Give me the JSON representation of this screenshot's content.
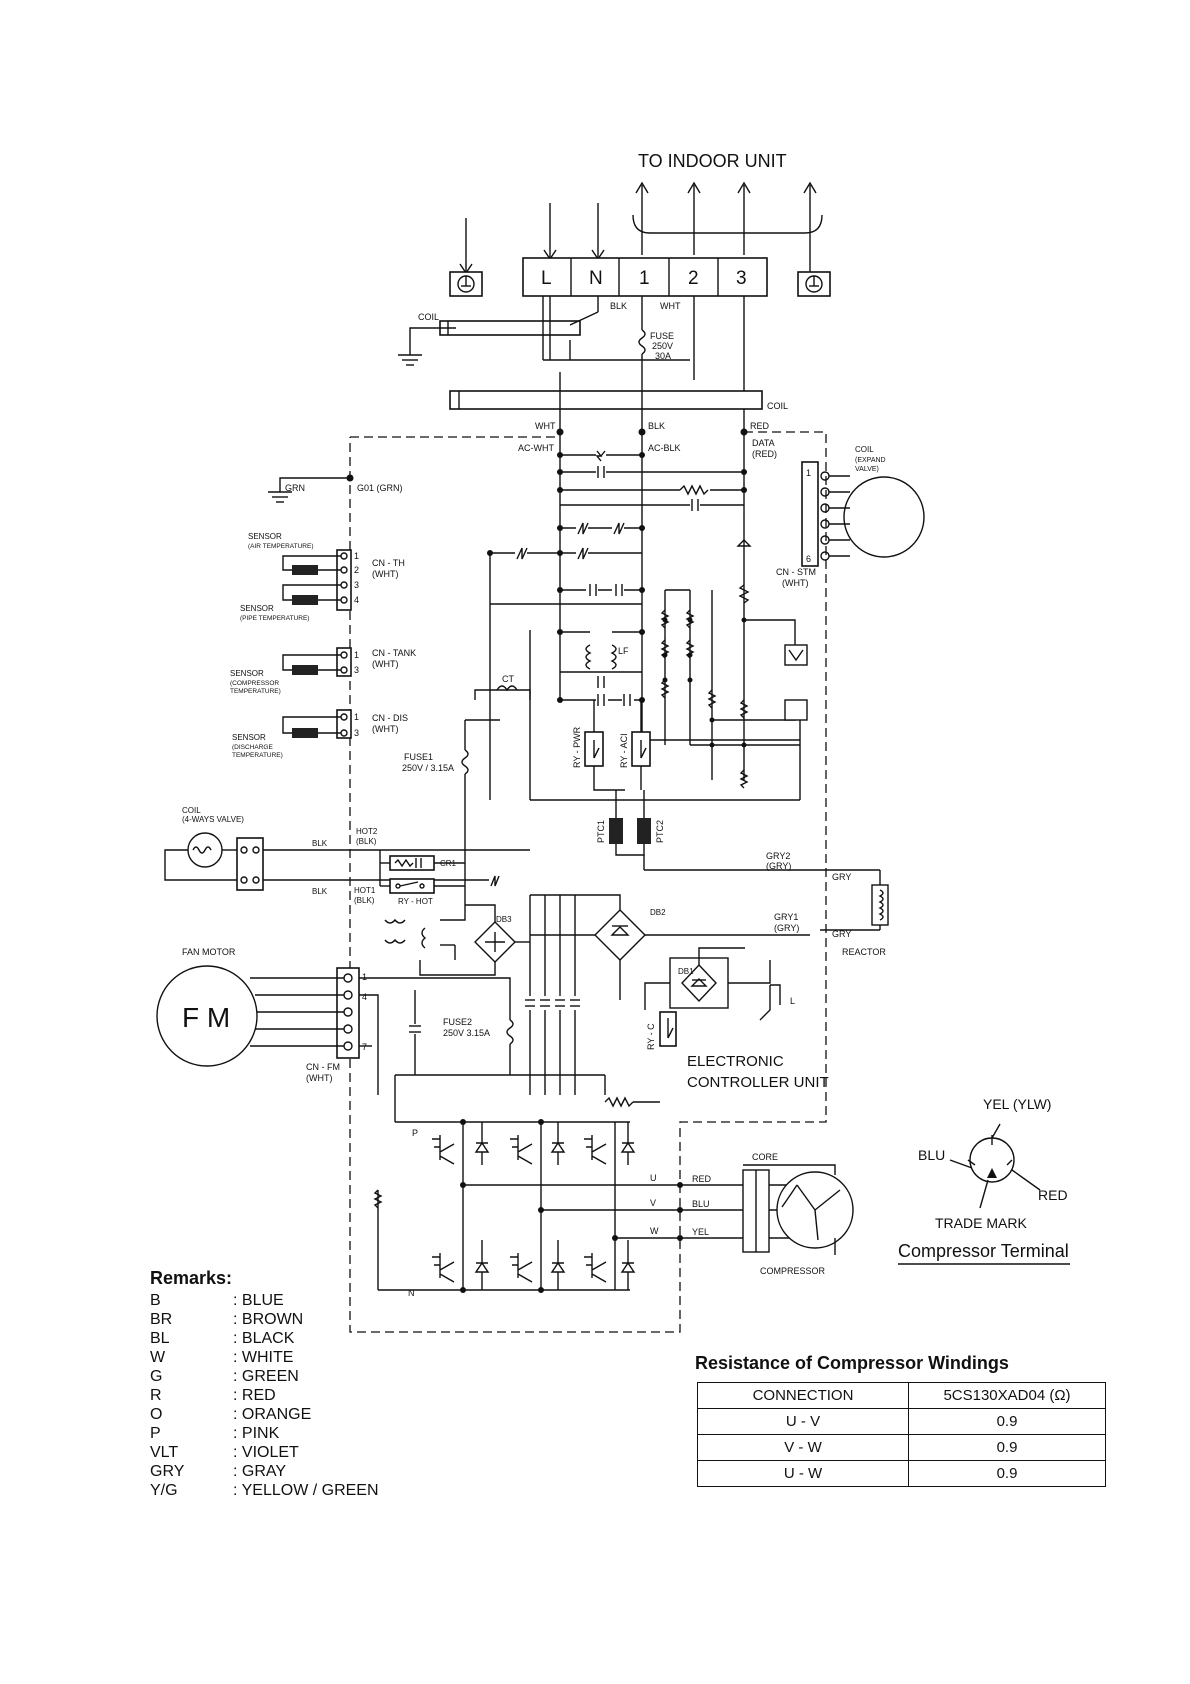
{
  "diagram": {
    "top": {
      "to_indoor_unit": "TO INDOOR UNIT",
      "terminals": [
        "L",
        "N",
        "1",
        "2",
        "3"
      ],
      "coil_label": "COIL",
      "fuse_label": "FUSE",
      "fuse_rating_v": "250V",
      "fuse_rating_a": "30A",
      "blk": "BLK",
      "wht": "WHT",
      "red": "RED",
      "ac_wht": "AC-WHT",
      "ac_blk": "AC-BLK",
      "data": "DATA",
      "data_red": "(RED)"
    },
    "left": {
      "grn": "GRN",
      "g01": "G01 (GRN)",
      "sensor": "SENSOR",
      "sensor_air": "(AIR TEMPERATURE)",
      "sensor_pipe": "(PIPE TEMPERATURE)",
      "sensor_comp": "(COMPRESSOR",
      "sensor_comp2": "TEMPERATURE)",
      "sensor_dis": "(DISCHARGE",
      "sensor_dis2": "TEMPERATURE)",
      "cn_th": "CN - TH",
      "cn_tank": "CN - TANK",
      "cn_dis": "CN - DIS",
      "wht_paren": "(WHT)",
      "coil_4way": "COIL",
      "coil_4way2": "(4-WAYS VALVE)",
      "blk": "BLK",
      "fan_motor": "FAN MOTOR",
      "fm": "F M",
      "cn_fm": "CN - FM",
      "pins_th": [
        "1",
        "2",
        "3",
        "4"
      ],
      "pins_13": [
        "1",
        "3"
      ],
      "pins_fm": [
        "1",
        "4",
        "7"
      ]
    },
    "right": {
      "coil_expand": "COIL",
      "coil_expand2": "(EXPAND",
      "coil_expand3": "VALVE)",
      "cn_stm": "CN - STM",
      "pins_stm": [
        "1",
        "6"
      ],
      "gry2": "GRY2",
      "gry_paren": "(GRY)",
      "gry1": "GRY1",
      "gry": "GRY",
      "reactor": "REACTOR"
    },
    "middle": {
      "ct": "CT",
      "lf": "LF",
      "ry_pwr": "RY - PWR",
      "ry_aci": "RY - ACI",
      "ptc1": "PTC1",
      "ptc2": "PTC2",
      "fuse1": "FUSE1",
      "fuse1_rating": "250V / 3.15A",
      "hot2": "HOT2",
      "hot1": "HOT1",
      "blk_paren": "(BLK)",
      "cr1": "CR1",
      "ry_hot": "RY - HOT",
      "db3": "DB3",
      "db2": "DB2",
      "db1": "DB1",
      "fuse2": "FUSE2",
      "fuse2_rating": "250V  3.15A",
      "ry_c": "RY - C",
      "l": "L",
      "electronic": "ELECTRONIC",
      "controller_unit": "CONTROLLER UNIT",
      "p": "P",
      "n": "N",
      "u": "U",
      "v": "V",
      "w": "W",
      "red": "RED",
      "blu": "BLU",
      "yel": "YEL",
      "core": "CORE",
      "compressor": "COMPRESSOR"
    },
    "compressor_terminal": {
      "yel": "YEL (YLW)",
      "blu": "BLU",
      "red": "RED",
      "trade_mark": "TRADE MARK",
      "title": "Compressor Terminal"
    }
  },
  "remarks": {
    "title": "Remarks:",
    "items": [
      {
        "code": "B",
        "meaning": ": BLUE"
      },
      {
        "code": "BR",
        "meaning": ": BROWN"
      },
      {
        "code": "BL",
        "meaning": ": BLACK"
      },
      {
        "code": "W",
        "meaning": ": WHITE"
      },
      {
        "code": "G",
        "meaning": ": GREEN"
      },
      {
        "code": "R",
        "meaning": ": RED"
      },
      {
        "code": "O",
        "meaning": ": ORANGE"
      },
      {
        "code": "P",
        "meaning": ": PINK"
      },
      {
        "code": "VLT",
        "meaning": ": VIOLET"
      },
      {
        "code": "GRY",
        "meaning": ": GRAY"
      },
      {
        "code": "Y/G",
        "meaning": ": YELLOW / GREEN"
      }
    ]
  },
  "resistance_table": {
    "title": "Resistance of Compressor Windings",
    "headers": [
      "CONNECTION",
      "5CS130XAD04 (Ω)"
    ],
    "rows": [
      [
        "U - V",
        "0.9"
      ],
      [
        "V - W",
        "0.9"
      ],
      [
        "U - W",
        "0.9"
      ]
    ]
  }
}
